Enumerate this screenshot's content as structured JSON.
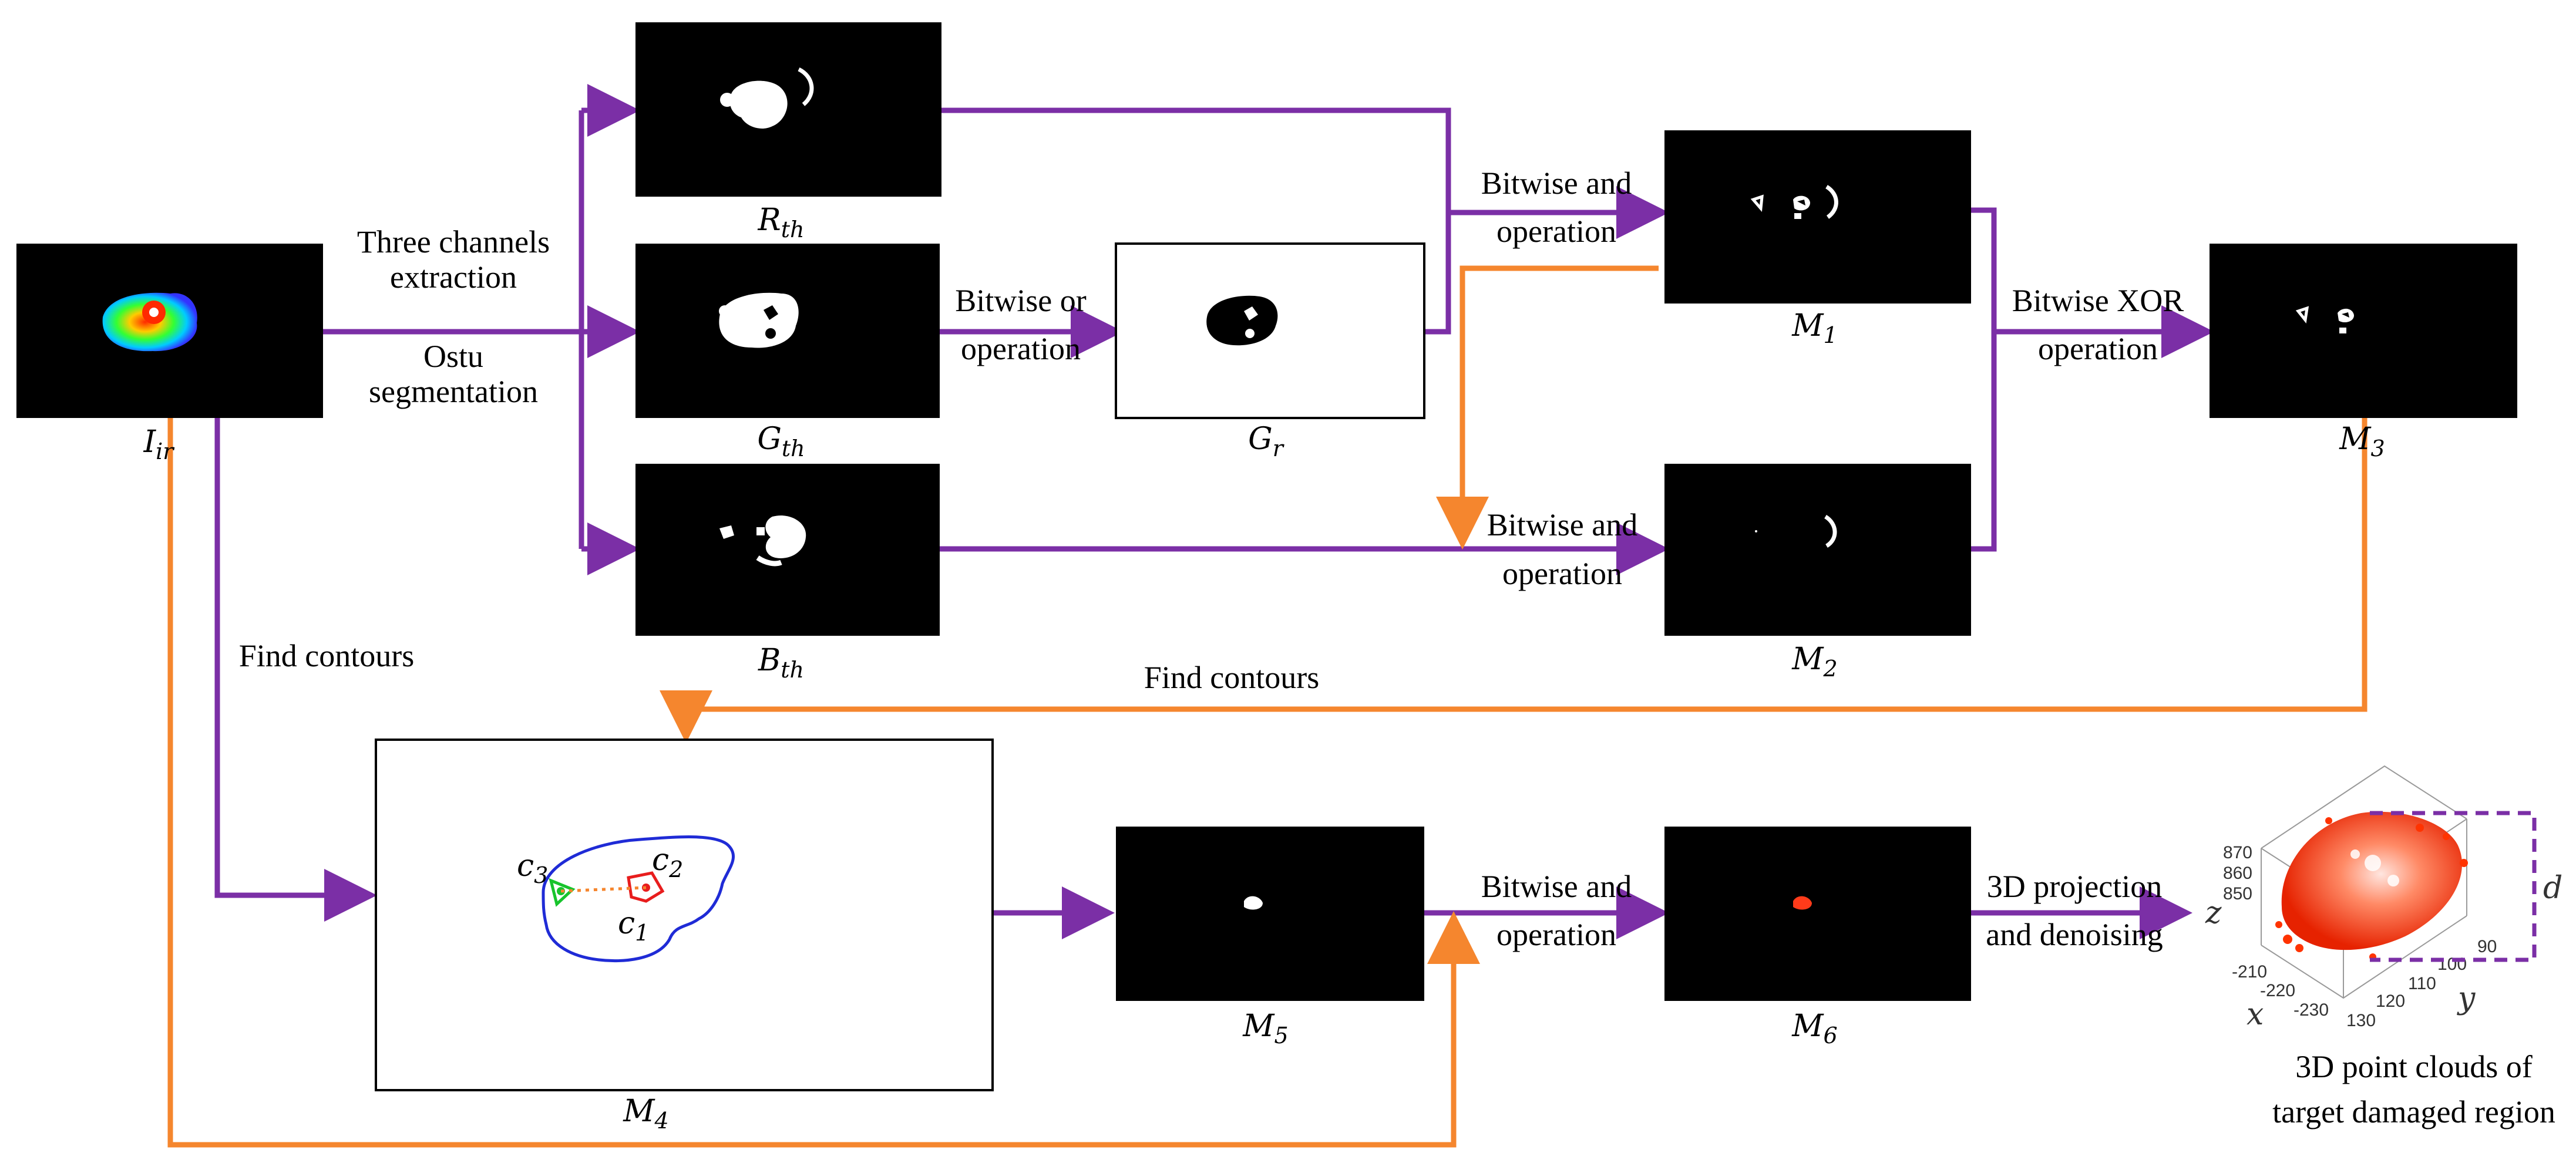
{
  "colors": {
    "purple": "#7b2fa6",
    "orange": "#f5862e",
    "black": "#000000",
    "white": "#ffffff"
  },
  "labels": {
    "three_channels_1": "Three channels",
    "three_channels_2": "extraction",
    "ostu_1": "Ostu",
    "ostu_2": "segmentation",
    "bitwise_or_1": "Bitwise or",
    "bitwise_or_2": "operation",
    "bitwise_and_top_1": "Bitwise and",
    "bitwise_and_top_2": "operation",
    "bitwise_and_mid_1": "Bitwise and",
    "bitwise_and_mid_2": "operation",
    "bitwise_xor_1": "Bitwise XOR",
    "bitwise_xor_2": "operation",
    "find_contours_left": "Find contours",
    "find_contours_mid": "Find contours",
    "bitwise_and_bottom_1": "Bitwise and",
    "bitwise_and_bottom_2": "operation",
    "projection_1": "3D projection",
    "projection_2": "and denoising",
    "pointcloud_1": "3D point clouds of",
    "pointcloud_2": "target damaged region"
  },
  "captions": {
    "I_ir": {
      "main": "I",
      "sub": "ir"
    },
    "R_th": {
      "main": "R",
      "sub": "th"
    },
    "G_th": {
      "main": "G",
      "sub": "th"
    },
    "B_th": {
      "main": "B",
      "sub": "th"
    },
    "G_r": {
      "main": "G",
      "sub": "r"
    },
    "M1": {
      "main": "M",
      "sub": "1"
    },
    "M2": {
      "main": "M",
      "sub": "2"
    },
    "M3": {
      "main": "M",
      "sub": "3"
    },
    "M4": {
      "main": "M",
      "sub": "4"
    },
    "M5": {
      "main": "M",
      "sub": "5"
    },
    "M6": {
      "main": "M",
      "sub": "6"
    }
  },
  "contour_labels": {
    "c1": {
      "main": "c",
      "sub": "1"
    },
    "c2": {
      "main": "c",
      "sub": "2"
    },
    "c3": {
      "main": "c",
      "sub": "3"
    }
  },
  "plot3d": {
    "z_label": "z",
    "x_label": "x",
    "y_label": "y",
    "d_label": "d",
    "z_ticks": [
      "870",
      "860",
      "850"
    ],
    "x_ticks": [
      "-210",
      "-220",
      "-230"
    ],
    "y_ticks": [
      "90",
      "100",
      "110",
      "120",
      "130"
    ]
  }
}
